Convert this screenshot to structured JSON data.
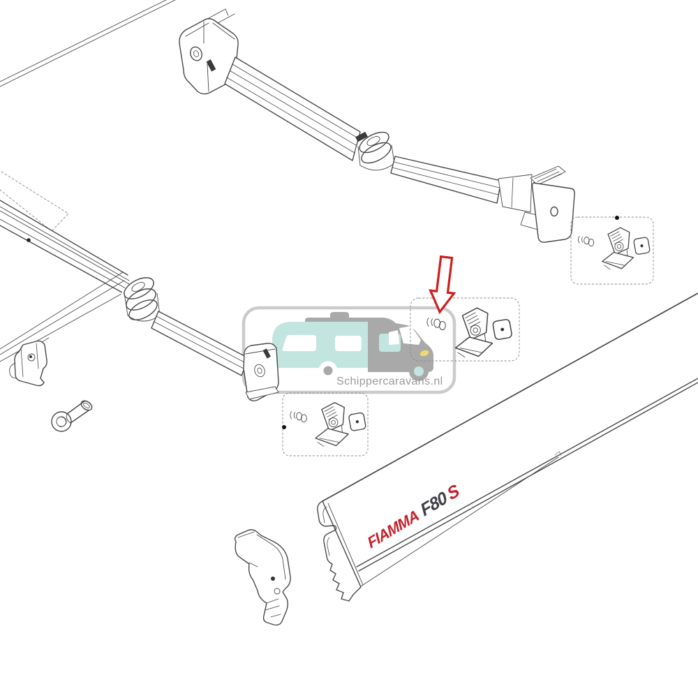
{
  "watermark": {
    "text": "Schippercaravans.nl",
    "text_color": "#9a9a9a",
    "teal": "#c3e5df",
    "gray": "#a9a9a9",
    "border_color": "#cbcbcb",
    "headlight_yellow": "#ecd96f"
  },
  "case_logo": {
    "brand": "FIAMMA",
    "model": "F80",
    "variant": "S",
    "brand_color": "#c5232b",
    "model_color": "#3f3f48",
    "variant_color": "#c5232b"
  },
  "pointer": {
    "color": "#cf1d1d"
  },
  "drawing": {
    "line_color": "#474747",
    "dash_color": "#8a8a8a"
  }
}
